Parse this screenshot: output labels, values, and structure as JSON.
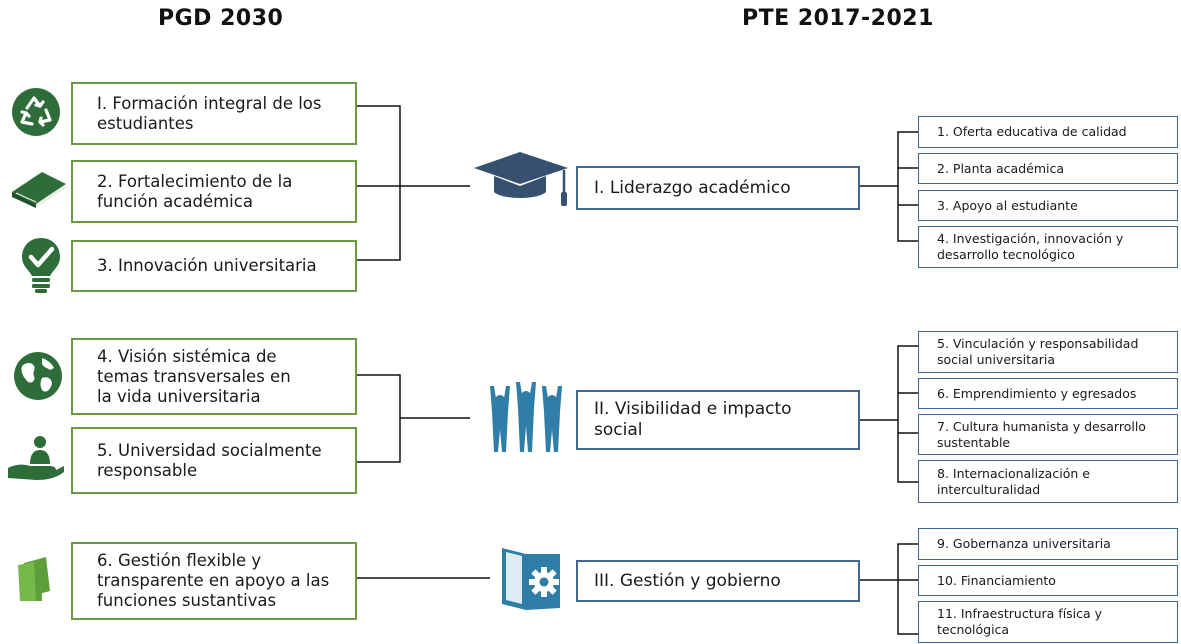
{
  "headers": {
    "left": "PGD 2030",
    "right": "PTE 2017-2021"
  },
  "pgd": [
    {
      "label": "I. Formación integral de los\nestudiantes",
      "icon": "recycle-arrows-icon"
    },
    {
      "label": "2. Fortalecimiento de la\nfunción académica",
      "icon": "book-icon"
    },
    {
      "label": "3. Innovación universitaria",
      "icon": "lightbulb-check-icon"
    },
    {
      "label": "4. Visión sistémica de\ntemas transversales en\nla vida universitaria",
      "icon": "globe-icon"
    },
    {
      "label": "5. Universidad socialmente\nresponsable",
      "icon": "hand-person-icon"
    },
    {
      "label": "6. Gestión flexible y\ntransparente en apoyo a las\nfunciones sustantivas",
      "icon": "documents-icon"
    }
  ],
  "pte": [
    {
      "label": "I. Liderazgo académico",
      "icon": "graduation-cap-icon"
    },
    {
      "label": "II. Visibilidad e impacto\nsocial",
      "icon": "people-raised-hands-icon"
    },
    {
      "label": "III. Gestión y gobierno",
      "icon": "book-gear-icon"
    }
  ],
  "programs": [
    "1. Oferta educativa de calidad",
    "2. Planta académica",
    "3. Apoyo al estudiante",
    "4. Investigación, innovación y\ndesarrollo tecnológico",
    "5. Vinculación y responsabilidad\nsocial universitaria",
    "6. Emprendimiento y egresados",
    "7. Cultura humanista y desarrollo\nsustentable",
    "8. Internacionalización e\ninterculturalidad",
    "9. Gobernanza universitaria",
    "10. Financiamiento",
    "11. Infraestructura física y\ntecnológica"
  ],
  "colors": {
    "green_border": "#6b9a43",
    "green_icon": "#2e6d3a",
    "light_green_icon": "#77b84a",
    "blue_border": "#3e6891",
    "navy_icon": "#36506f",
    "teal_icon": "#2f7ea8",
    "connector": "#111111"
  }
}
